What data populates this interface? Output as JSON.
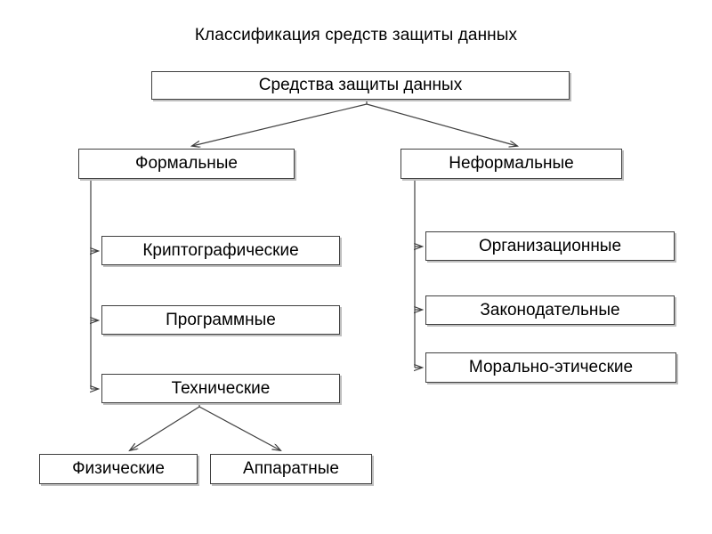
{
  "page": {
    "title": "Классификация средств защиты данных",
    "background_color": "#ffffff",
    "line_color": "#3f3f3f",
    "box_border_color": "#3f3f3f",
    "box_shadow_color": "#bfbfbf",
    "text_color": "#000000"
  },
  "diagram": {
    "type": "tree-hierarchy",
    "root": {
      "label": "Средства защиты данных"
    },
    "branches": [
      {
        "label": "Формальные",
        "children": [
          {
            "label": "Криптографические"
          },
          {
            "label": "Программные"
          },
          {
            "label": "Технические",
            "children": [
              {
                "label": "Физические"
              },
              {
                "label": "Аппаратные"
              }
            ]
          }
        ]
      },
      {
        "label": "Неформальные",
        "children": [
          {
            "label": "Организационные"
          },
          {
            "label": "Законодательные"
          },
          {
            "label": "Морально-этические"
          }
        ]
      }
    ]
  }
}
